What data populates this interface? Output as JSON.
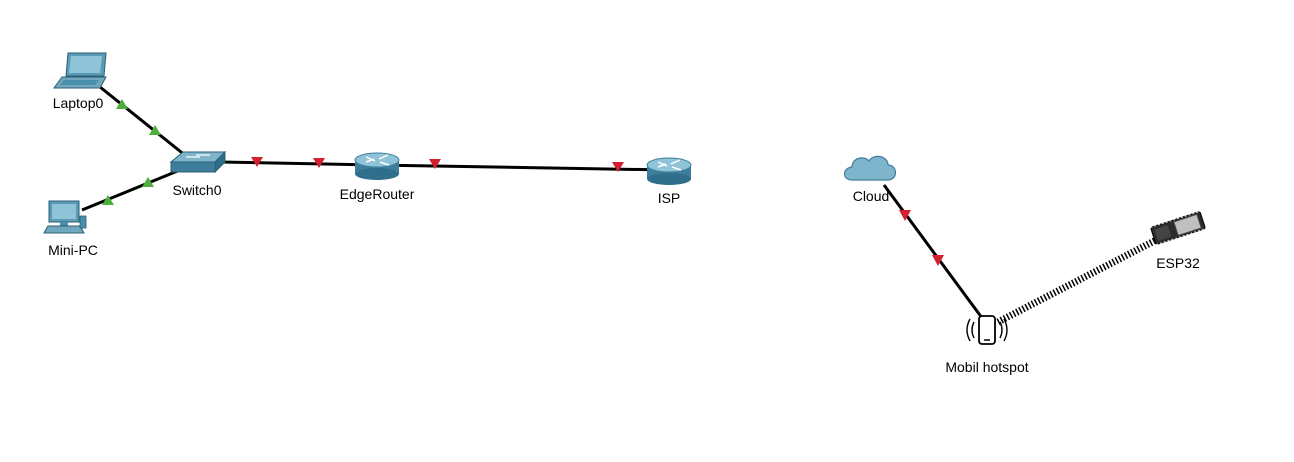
{
  "devices": {
    "laptop0": {
      "label": "Laptop0",
      "icon": "laptop-icon"
    },
    "switch0": {
      "label": "Switch0",
      "icon": "switch-icon"
    },
    "minipc": {
      "label": "Mini-PC",
      "icon": "desktop-pc-icon"
    },
    "edgerouter": {
      "label": "EdgeRouter",
      "icon": "router-icon"
    },
    "isp": {
      "label": "ISP",
      "icon": "router-icon"
    },
    "cloud": {
      "label": "Cloud",
      "icon": "cloud-icon"
    },
    "hotspot": {
      "label": "Mobil hotspot",
      "icon": "mobile-hotspot-icon"
    },
    "esp32": {
      "label": "ESP32",
      "icon": "esp32-board-icon"
    }
  },
  "links": [
    {
      "from": "laptop0",
      "to": "switch0",
      "type": "copper",
      "status": "up"
    },
    {
      "from": "minipc",
      "to": "switch0",
      "type": "copper",
      "status": "up"
    },
    {
      "from": "switch0",
      "to": "edgerouter",
      "type": "copper",
      "status": "down"
    },
    {
      "from": "edgerouter",
      "to": "isp",
      "type": "copper",
      "status": "down"
    },
    {
      "from": "cloud",
      "to": "hotspot",
      "type": "copper",
      "status": "down"
    },
    {
      "from": "hotspot",
      "to": "esp32",
      "type": "wireless"
    }
  ],
  "colors": {
    "background": "#ffffff",
    "link": "#000000",
    "status_up": "#4caf3c",
    "status_down": "#d32030",
    "device_blue": "#4a8fab",
    "device_dark": "#2f6f8c"
  }
}
